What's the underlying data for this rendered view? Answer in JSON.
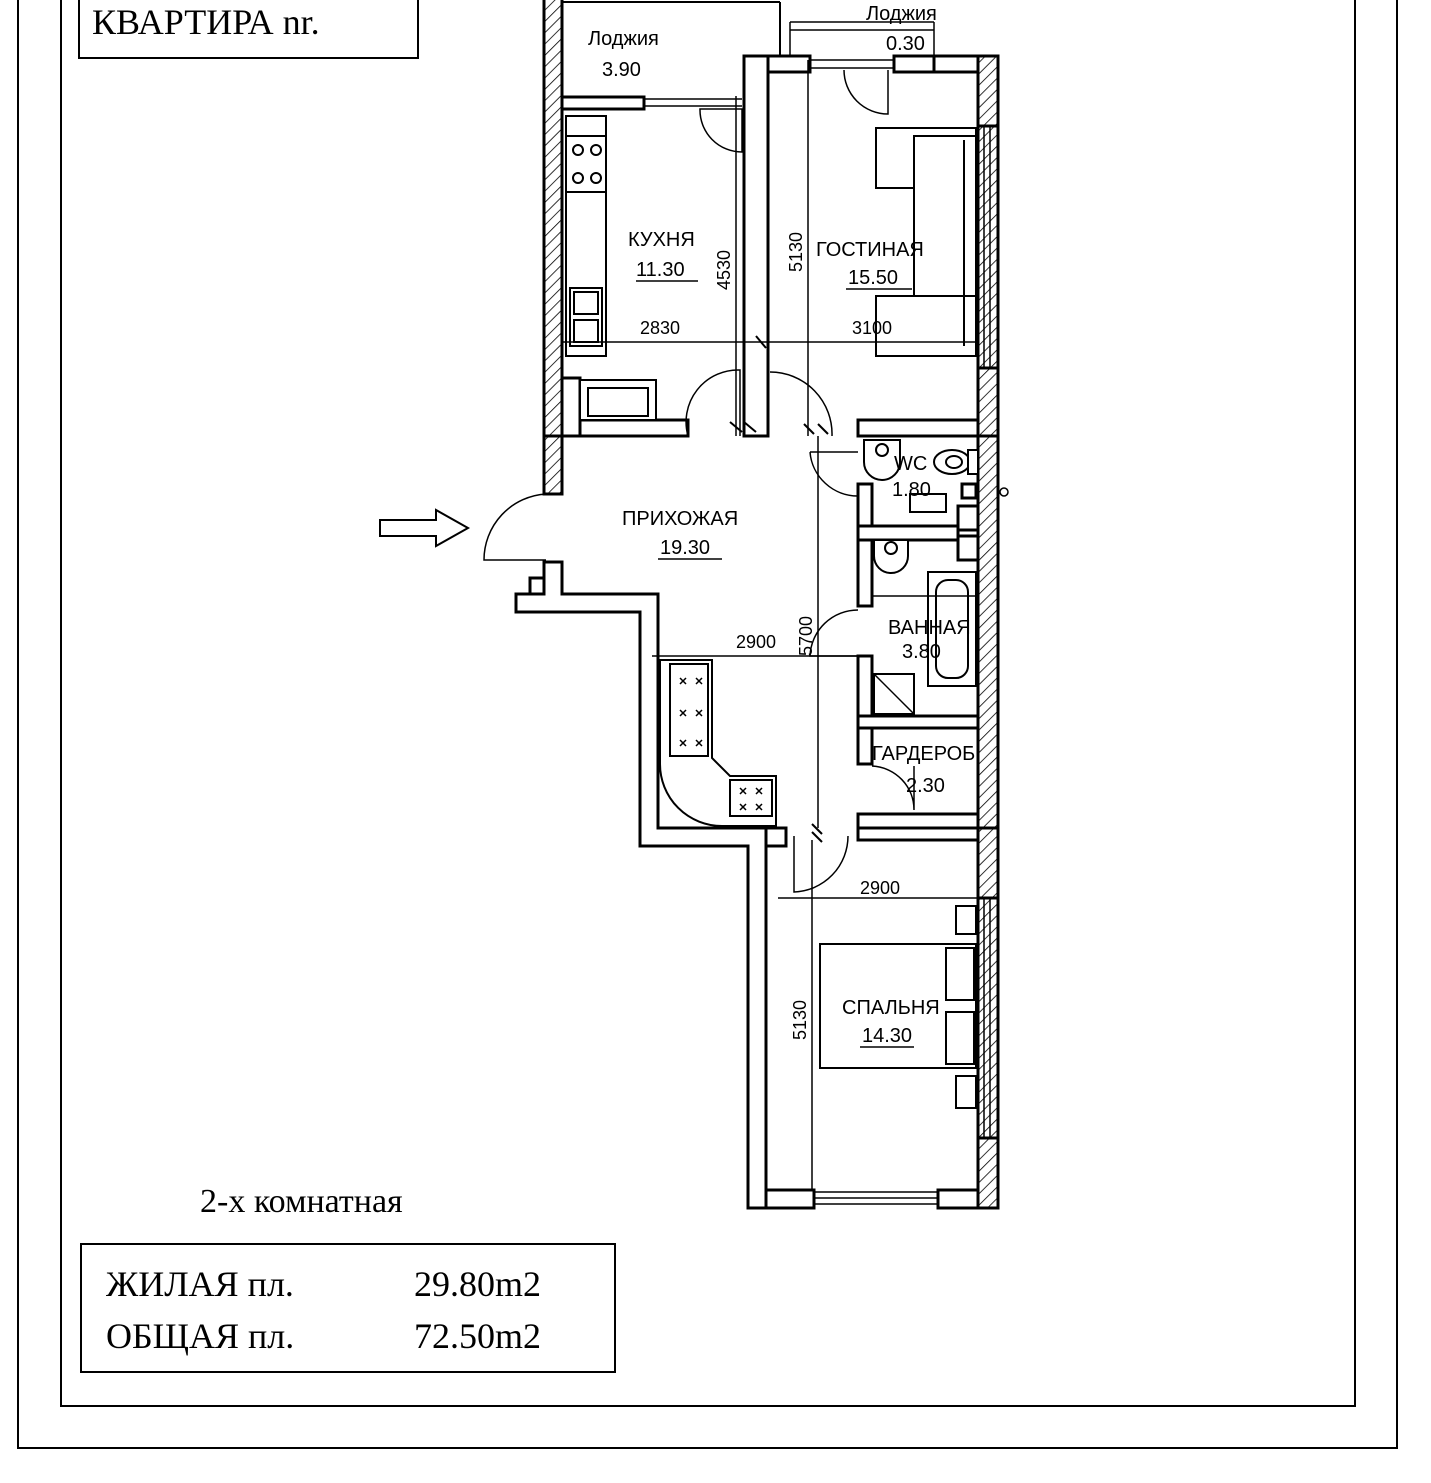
{
  "title": "КВАРТИРА nr.",
  "rooms": {
    "loggia_kitchen": {
      "name": "Лоджия",
      "area": "3.90"
    },
    "loggia_living": {
      "name": "Лоджия",
      "area": "0.30"
    },
    "kitchen": {
      "name": "КУХНЯ",
      "area": "11.30"
    },
    "living": {
      "name": "ГОСТИНАЯ",
      "area": "15.50"
    },
    "wc": {
      "name": "WC",
      "area": "1.80"
    },
    "hall": {
      "name": "ПРИХОЖАЯ",
      "area": "19.30"
    },
    "bath": {
      "name": "ВАННАЯ",
      "area": "3.80"
    },
    "wardrobe": {
      "name": "ГАРДЕРОБ",
      "area": "2.30"
    },
    "bedroom": {
      "name": "СПАЛЬНЯ",
      "area": "14.30"
    }
  },
  "dimensions": {
    "kitchen_height": "4530",
    "kitchen_width": "2830",
    "living_height": "5130",
    "living_width": "3100",
    "hall_width": "2900",
    "hall_height": "5700",
    "bedroom_width": "2900",
    "bedroom_height": "5130"
  },
  "room_type": "2-х комнатная",
  "summary": {
    "living_label": "ЖИЛАЯ пл.",
    "living_value": "29.80m2",
    "total_label": "ОБЩАЯ пл.",
    "total_value": "72.50m2"
  }
}
